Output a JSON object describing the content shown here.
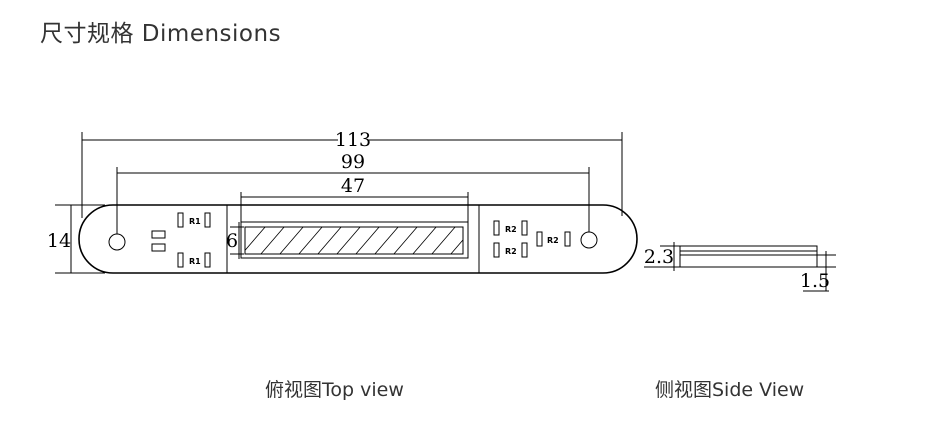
{
  "page": {
    "title": "尺寸规格 Dimensions"
  },
  "top_view": {
    "caption": "俯视图Top view",
    "dimensions": {
      "overall_length": "113",
      "hole_spacing": "99",
      "window_length": "47",
      "height": "14",
      "window_height": "6"
    },
    "reference_labels": {
      "r1": "R1",
      "r2": "R2"
    }
  },
  "side_view": {
    "caption": "侧视图Side View",
    "dimensions": {
      "total_thickness": "2.3",
      "base_thickness": "1.5"
    }
  }
}
